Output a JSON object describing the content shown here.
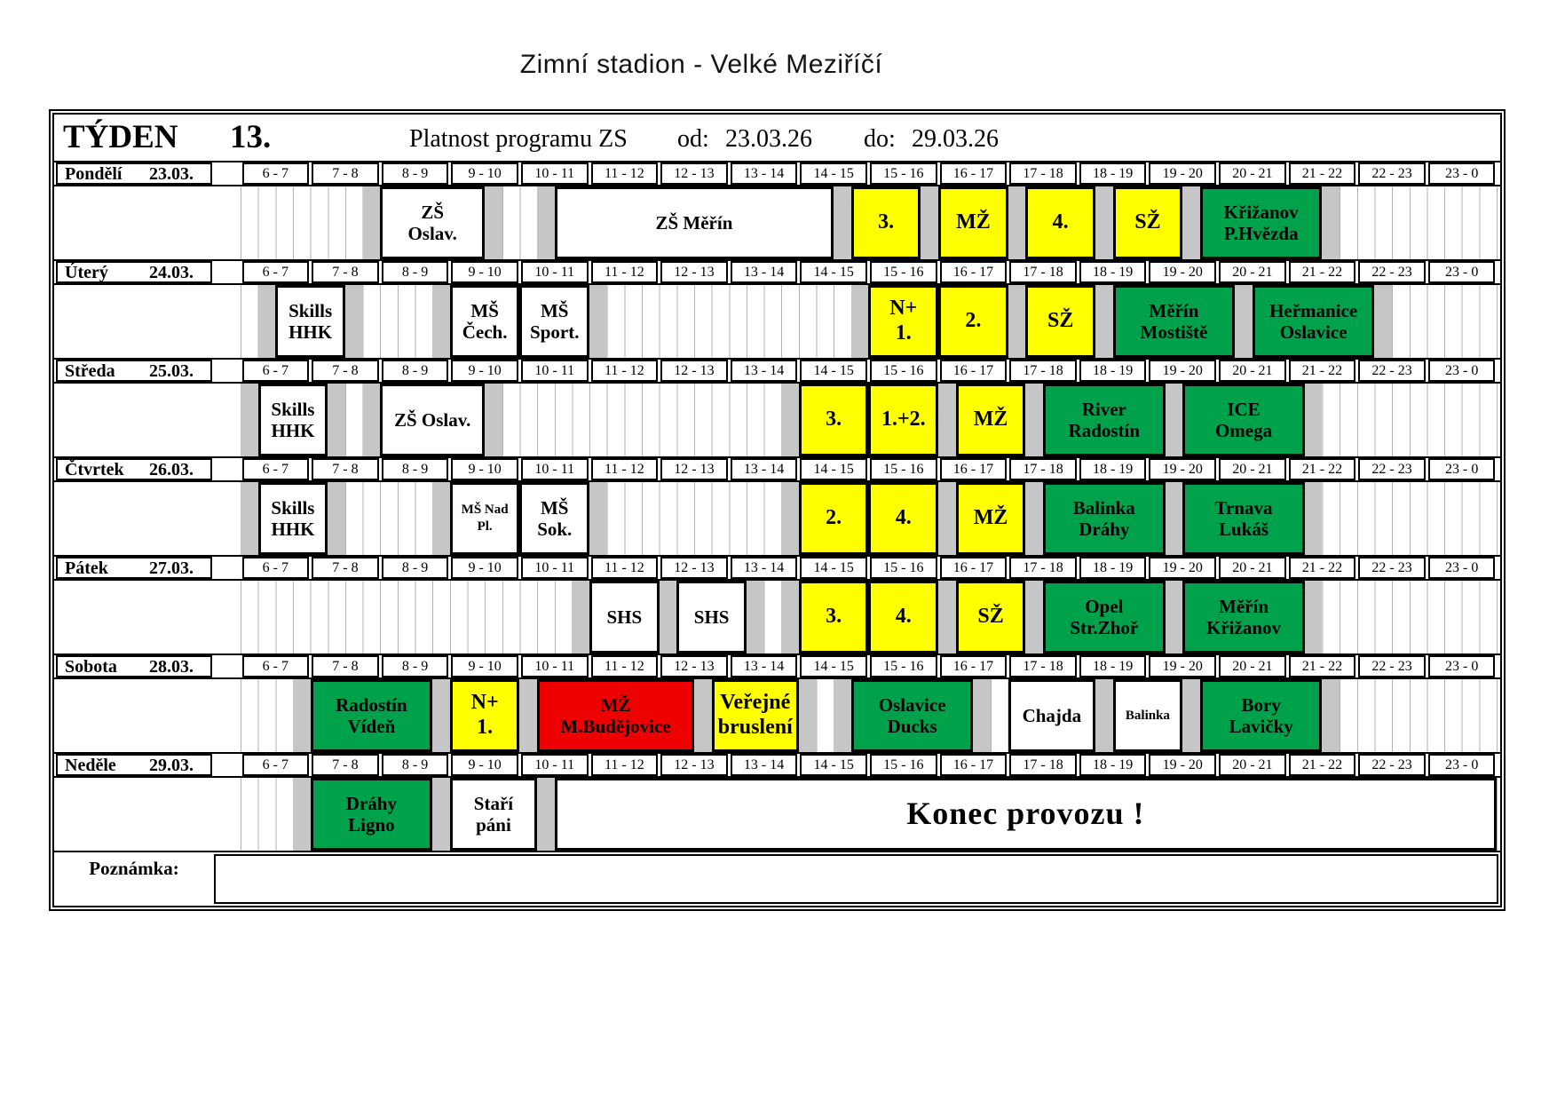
{
  "page_title": "Zimní stadion  - Velké Meziříčí",
  "week_header": {
    "tyden_label": "TÝDEN",
    "week_number": "13.",
    "platnost_label": "Platnost programu ZS",
    "od_label": "od:",
    "od_value": "23.03.26",
    "do_label": "do:",
    "do_value": "29.03.26"
  },
  "hours": [
    "6 - 7",
    "7 - 8",
    "8 - 9",
    "9 - 10",
    "10 - 11",
    "11 - 12",
    "12 - 13",
    "13 - 14",
    "14 - 15",
    "15 - 16",
    "16 - 17",
    "17 - 18",
    "18 - 19",
    "19 - 20",
    "20 - 21",
    "21 - 22",
    "22 - 23",
    "23 - 0"
  ],
  "colors": {
    "yellow": "#ffff00",
    "green": "#00a14b",
    "red": "#ee0000",
    "white": "#ffffff",
    "gray_band": "#c6c6c6"
  },
  "note_label": "Poznámka:",
  "days": [
    {
      "name": "Pondělí",
      "date": "23.03.",
      "blocks": [
        {
          "lines": [
            "ZŠ",
            "Oslav."
          ],
          "start": 8,
          "end": 9.5,
          "color": "white"
        },
        {
          "lines": [
            "ZŠ  Měřín"
          ],
          "start": 10.5,
          "end": 14.5,
          "color": "white"
        },
        {
          "lines": [
            "3."
          ],
          "start": 14.75,
          "end": 15.75,
          "color": "yellow"
        },
        {
          "lines": [
            "MŽ"
          ],
          "start": 16,
          "end": 17,
          "color": "yellow"
        },
        {
          "lines": [
            "4."
          ],
          "start": 17.25,
          "end": 18.25,
          "color": "yellow"
        },
        {
          "lines": [
            "SŽ"
          ],
          "start": 18.5,
          "end": 19.5,
          "color": "yellow"
        },
        {
          "lines": [
            "Křižanov",
            "P.Hvězda"
          ],
          "start": 19.75,
          "end": 21.5,
          "color": "green"
        }
      ],
      "gray": [
        [
          7.75,
          8
        ],
        [
          9.5,
          9.75
        ],
        [
          10.25,
          10.5
        ],
        [
          14.5,
          14.75
        ],
        [
          15.75,
          16
        ],
        [
          17,
          17.25
        ],
        [
          18.25,
          18.5
        ],
        [
          19.5,
          19.75
        ],
        [
          21.5,
          21.75
        ]
      ]
    },
    {
      "name": "Úterý",
      "date": "24.03.",
      "blocks": [
        {
          "lines": [
            "Skills",
            "HHK"
          ],
          "start": 6.5,
          "end": 7.5,
          "color": "white"
        },
        {
          "lines": [
            "MŠ",
            "Čech."
          ],
          "start": 9,
          "end": 10,
          "color": "white"
        },
        {
          "lines": [
            "MŠ",
            "Sport."
          ],
          "start": 10,
          "end": 11,
          "color": "white"
        },
        {
          "lines": [
            "N+",
            "1."
          ],
          "start": 15,
          "end": 16,
          "color": "yellow"
        },
        {
          "lines": [
            "2."
          ],
          "start": 16,
          "end": 17,
          "color": "yellow"
        },
        {
          "lines": [
            "SŽ"
          ],
          "start": 17.25,
          "end": 18.25,
          "color": "yellow"
        },
        {
          "lines": [
            "Měřín",
            "Mostiště"
          ],
          "start": 18.5,
          "end": 20.25,
          "color": "green"
        },
        {
          "lines": [
            "Heřmanice",
            "Oslavice"
          ],
          "start": 20.5,
          "end": 22.25,
          "color": "green"
        }
      ],
      "gray": [
        [
          6.25,
          6.5
        ],
        [
          7.5,
          7.75
        ],
        [
          8.75,
          9
        ],
        [
          11,
          11.25
        ],
        [
          14.75,
          15
        ],
        [
          17,
          17.25
        ],
        [
          18.25,
          18.5
        ],
        [
          20.25,
          20.5
        ],
        [
          22.25,
          22.5
        ]
      ]
    },
    {
      "name": "Středa",
      "date": "25.03.",
      "blocks": [
        {
          "lines": [
            "Skills",
            "HHK"
          ],
          "start": 6.25,
          "end": 7.25,
          "color": "white"
        },
        {
          "lines": [
            "ZŠ  Oslav."
          ],
          "start": 8,
          "end": 9.5,
          "color": "white"
        },
        {
          "lines": [
            "3."
          ],
          "start": 14,
          "end": 15,
          "color": "yellow"
        },
        {
          "lines": [
            "1.+2."
          ],
          "start": 15,
          "end": 16,
          "color": "yellow"
        },
        {
          "lines": [
            "MŽ"
          ],
          "start": 16.25,
          "end": 17.25,
          "color": "yellow"
        },
        {
          "lines": [
            "River",
            "Radostín"
          ],
          "start": 17.5,
          "end": 19.25,
          "color": "green"
        },
        {
          "lines": [
            "ICE",
            "Omega"
          ],
          "start": 19.5,
          "end": 21.25,
          "color": "green"
        }
      ],
      "gray": [
        [
          6,
          6.25
        ],
        [
          7.25,
          7.5
        ],
        [
          7.75,
          8
        ],
        [
          9.5,
          9.75
        ],
        [
          13.75,
          14
        ],
        [
          16,
          16.25
        ],
        [
          17.25,
          17.5
        ],
        [
          19.25,
          19.5
        ],
        [
          21.25,
          21.5
        ]
      ]
    },
    {
      "name": "Čtvrtek",
      "date": "26.03.",
      "blocks": [
        {
          "lines": [
            "Skills",
            "HHK"
          ],
          "start": 6.25,
          "end": 7.25,
          "color": "white"
        },
        {
          "lines": [
            "MŠ  Nad",
            "Pl."
          ],
          "start": 9,
          "end": 10,
          "color": "white",
          "small": true
        },
        {
          "lines": [
            "MŠ",
            "Sok."
          ],
          "start": 10,
          "end": 11,
          "color": "white"
        },
        {
          "lines": [
            "2."
          ],
          "start": 14,
          "end": 15,
          "color": "yellow"
        },
        {
          "lines": [
            "4."
          ],
          "start": 15,
          "end": 16,
          "color": "yellow"
        },
        {
          "lines": [
            "MŽ"
          ],
          "start": 16.25,
          "end": 17.25,
          "color": "yellow"
        },
        {
          "lines": [
            "Balinka",
            "Dráhy"
          ],
          "start": 17.5,
          "end": 19.25,
          "color": "green"
        },
        {
          "lines": [
            "Trnava",
            "Lukáš"
          ],
          "start": 19.5,
          "end": 21.25,
          "color": "green"
        }
      ],
      "gray": [
        [
          6,
          6.25
        ],
        [
          7.25,
          7.5
        ],
        [
          8.75,
          9
        ],
        [
          11,
          11.25
        ],
        [
          13.75,
          14
        ],
        [
          16,
          16.25
        ],
        [
          17.25,
          17.5
        ],
        [
          19.25,
          19.5
        ],
        [
          21.25,
          21.5
        ]
      ]
    },
    {
      "name": "Pátek",
      "date": "27.03.",
      "blocks": [
        {
          "lines": [
            "SHS"
          ],
          "start": 11,
          "end": 12,
          "color": "white"
        },
        {
          "lines": [
            "SHS"
          ],
          "start": 12.25,
          "end": 13.25,
          "color": "white"
        },
        {
          "lines": [
            "3."
          ],
          "start": 14,
          "end": 15,
          "color": "yellow"
        },
        {
          "lines": [
            "4."
          ],
          "start": 15,
          "end": 16,
          "color": "yellow"
        },
        {
          "lines": [
            "SŽ"
          ],
          "start": 16.25,
          "end": 17.25,
          "color": "yellow"
        },
        {
          "lines": [
            "Opel",
            "Str.Zhoř"
          ],
          "start": 17.5,
          "end": 19.25,
          "color": "green"
        },
        {
          "lines": [
            "Měřín",
            "Křižanov"
          ],
          "start": 19.5,
          "end": 21.25,
          "color": "green"
        }
      ],
      "gray": [
        [
          10.75,
          11
        ],
        [
          12,
          12.25
        ],
        [
          13.25,
          13.5
        ],
        [
          13.75,
          14
        ],
        [
          16,
          16.25
        ],
        [
          17.25,
          17.5
        ],
        [
          19.25,
          19.5
        ],
        [
          21.25,
          21.5
        ]
      ]
    },
    {
      "name": "Sobota",
      "date": "28.03.",
      "blocks": [
        {
          "lines": [
            "Radostín",
            "Vídeň"
          ],
          "start": 7,
          "end": 8.75,
          "color": "green"
        },
        {
          "lines": [
            "N+",
            "1."
          ],
          "start": 9,
          "end": 10,
          "color": "yellow"
        },
        {
          "lines": [
            "MŽ",
            "M.Budějovice"
          ],
          "start": 10.25,
          "end": 12.5,
          "color": "red"
        },
        {
          "lines": [
            "Veřejné",
            "bruslení"
          ],
          "start": 12.75,
          "end": 14,
          "color": "yellow"
        },
        {
          "lines": [
            "Oslavice",
            "Ducks"
          ],
          "start": 14.75,
          "end": 16.5,
          "color": "green"
        },
        {
          "lines": [
            "Chajda"
          ],
          "start": 17,
          "end": 18.25,
          "color": "white"
        },
        {
          "lines": [
            "Balinka"
          ],
          "start": 18.5,
          "end": 19.5,
          "color": "white",
          "small": true
        },
        {
          "lines": [
            "Bory",
            "Lavičky"
          ],
          "start": 19.75,
          "end": 21.5,
          "color": "green"
        }
      ],
      "gray": [
        [
          6.75,
          7
        ],
        [
          8.75,
          9
        ],
        [
          10,
          10.25
        ],
        [
          12.5,
          12.75
        ],
        [
          14,
          14.25
        ],
        [
          14.5,
          14.75
        ],
        [
          16.5,
          16.75
        ],
        [
          18.25,
          18.5
        ],
        [
          19.5,
          19.75
        ],
        [
          21.5,
          21.75
        ]
      ]
    },
    {
      "name": "Neděle",
      "date": "29.03.",
      "blocks": [
        {
          "lines": [
            "Dráhy",
            "Ligno"
          ],
          "start": 7,
          "end": 8.75,
          "color": "green"
        },
        {
          "lines": [
            "Staří",
            "páni"
          ],
          "start": 9,
          "end": 10.25,
          "color": "white"
        },
        {
          "lines": [
            "Konec provozu !"
          ],
          "start": 10.5,
          "end": 24,
          "color": "white",
          "big": true
        }
      ],
      "gray": [
        [
          6.75,
          7
        ],
        [
          8.75,
          9
        ],
        [
          10.25,
          10.5
        ]
      ]
    }
  ]
}
